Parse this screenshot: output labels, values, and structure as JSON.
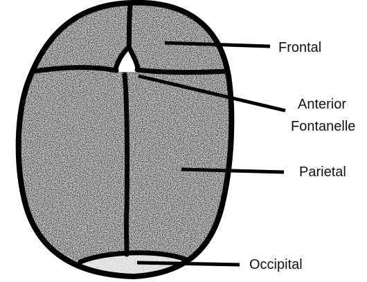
{
  "labels": {
    "frontal": "Frontal",
    "anterior_line1": "Anterior",
    "anterior_line2": "Fontanelle",
    "parietal": "Parietal",
    "occipital": "Occipital"
  },
  "colors": {
    "outline": "#000000",
    "bone_dark": "#555555",
    "bone_light": "#cfcfcf",
    "background": "#ffffff"
  }
}
